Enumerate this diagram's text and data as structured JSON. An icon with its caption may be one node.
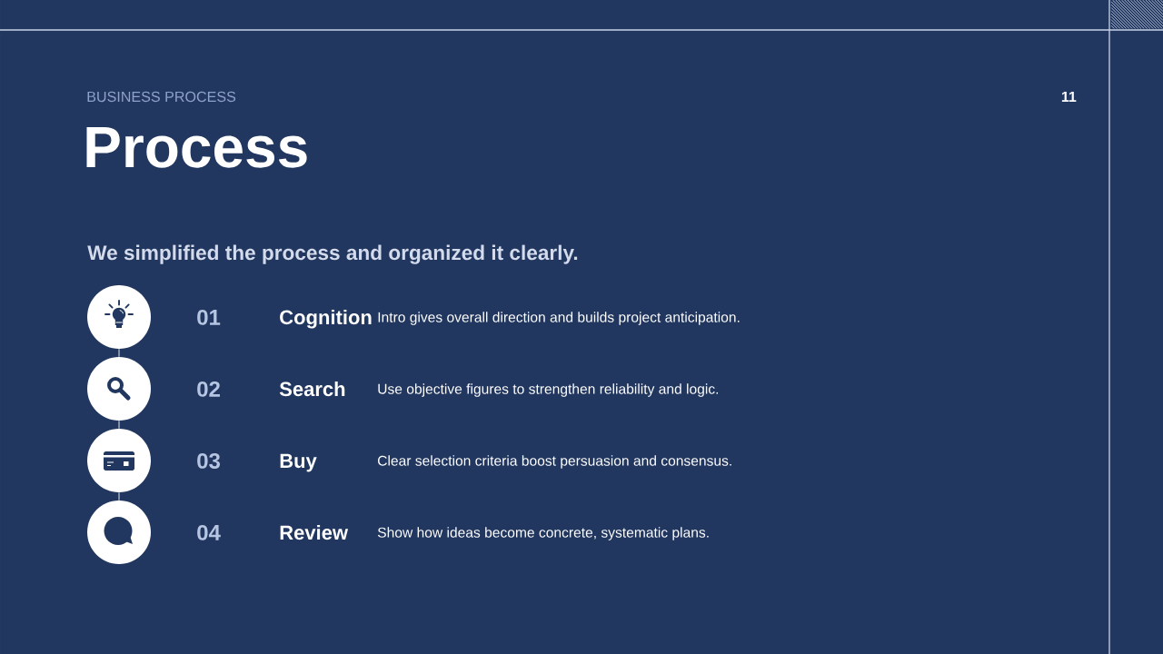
{
  "diagram": {
    "title": "Process",
    "nodes": [
      {
        "text": [],
        "shape": "circle",
        "beside": [
          "01",
          "Cognition"
        ]
      },
      {
        "text": [],
        "shape": "circle",
        "beside": [
          "02",
          "Search"
        ]
      },
      {
        "text": [],
        "shape": "circle",
        "beside": [
          "03",
          "Buy"
        ]
      },
      {
        "text": [],
        "shape": "circle",
        "beside": [
          "04",
          "Review"
        ]
      }
    ],
    "edges": [
      {
        "from": 0,
        "to": 1,
        "arrow": "none"
      },
      {
        "from": 1,
        "to": 2,
        "arrow": "none"
      },
      {
        "from": 2,
        "to": 3,
        "arrow": "none"
      }
    ],
    "labels": [
      "BUSINESS PROCESS",
      "11",
      "We simplified the process and organized it clearly.",
      "Intro gives overall direction and builds project anticipation.",
      "Use objective figures to strengthen reliability and logic.",
      "Clear selection criteria boost persuasion and consensus.",
      "Show how ideas become concrete, systematic plans."
    ]
  }
}
